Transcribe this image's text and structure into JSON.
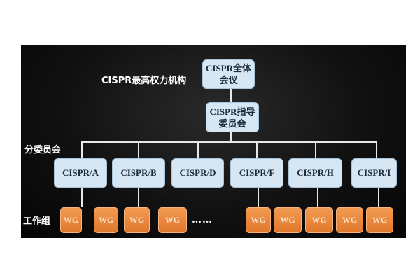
{
  "labels": {
    "top_level": "CISPR最高权力机构",
    "subcommittees": "分委员会",
    "working_groups": "工作组"
  },
  "plenary": "CISPR全体会议",
  "steering": "CISPR指导委员会",
  "subcommittees": [
    "CISPR/A",
    "CISPR/B",
    "CISPR/D",
    "CISPR/F",
    "CISPR/H",
    "CISPR/I"
  ],
  "wg_label": "WG",
  "ellipsis": "……",
  "colors": {
    "box": "#d6e6f2",
    "wg": "#e8843a",
    "background": "#111111"
  }
}
